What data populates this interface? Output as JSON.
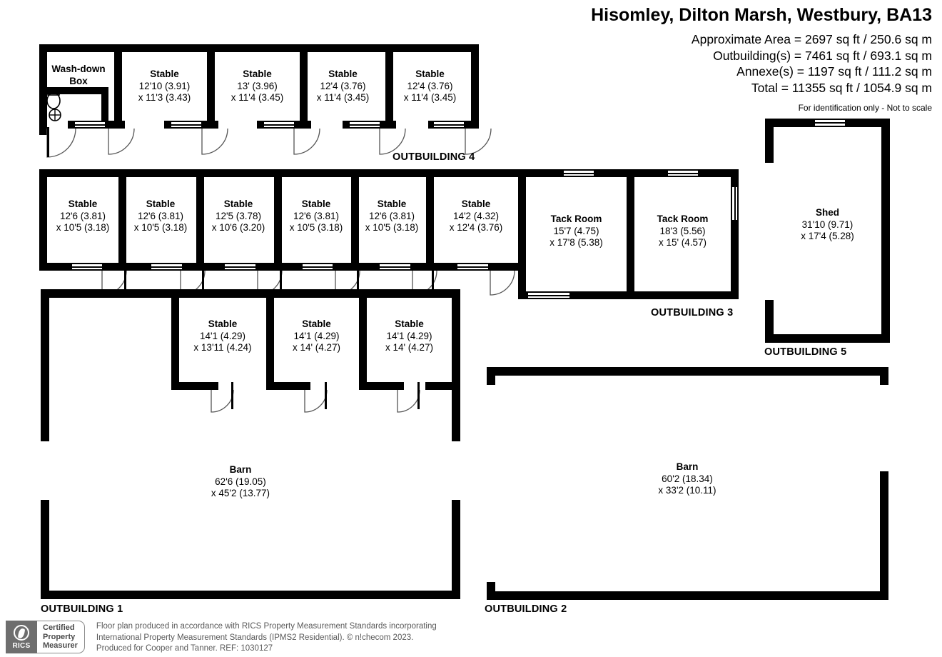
{
  "header": {
    "title": "Hisomley, Dilton Marsh, Westbury, BA13",
    "approx_area": "Approximate Area = 2697 sq ft / 250.6 sq m",
    "outbuildings": "Outbuilding(s) = 7461 sq ft / 693.1 sq m",
    "annexes": "Annexe(s) = 1197 sq ft / 111.2 sq m",
    "total": "Total = 11355 sq ft / 1054.9 sq m",
    "disclaimer": "For identification only - Not to scale"
  },
  "building_labels": {
    "ob1": "OUTBUILDING 1",
    "ob2": "OUTBUILDING 2",
    "ob3": "OUTBUILDING 3",
    "ob4": "OUTBUILDING 4",
    "ob5": "OUTBUILDING 5"
  },
  "rooms": {
    "ob4": [
      {
        "name": "Wash-down",
        "name2": "Box",
        "d1": "",
        "d2": ""
      },
      {
        "name": "Stable",
        "d1": "12'10 (3.91)",
        "d2": "x 11'3 (3.43)"
      },
      {
        "name": "Stable",
        "d1": "13' (3.96)",
        "d2": "x 11'4 (3.45)"
      },
      {
        "name": "Stable",
        "d1": "12'4 (3.76)",
        "d2": "x 11'4 (3.45)"
      },
      {
        "name": "Stable",
        "d1": "12'4 (3.76)",
        "d2": "x 11'4 (3.45)"
      }
    ],
    "ob3": [
      {
        "name": "Stable",
        "d1": "12'6 (3.81)",
        "d2": "x 10'5 (3.18)"
      },
      {
        "name": "Stable",
        "d1": "12'6 (3.81)",
        "d2": "x 10'5 (3.18)"
      },
      {
        "name": "Stable",
        "d1": "12'5 (3.78)",
        "d2": "x 10'6 (3.20)"
      },
      {
        "name": "Stable",
        "d1": "12'6 (3.81)",
        "d2": "x 10'5 (3.18)"
      },
      {
        "name": "Stable",
        "d1": "12'6 (3.81)",
        "d2": "x 10'5 (3.18)"
      },
      {
        "name": "Stable",
        "d1": "14'2 (4.32)",
        "d2": "x 12'4 (3.76)"
      },
      {
        "name": "Tack Room",
        "d1": "15'7 (4.75)",
        "d2": "x 17'8 (5.38)"
      },
      {
        "name": "Tack Room",
        "d1": "18'3 (5.56)",
        "d2": "x 15' (4.57)"
      }
    ],
    "ob5": [
      {
        "name": "Shed",
        "d1": "31'10 (9.71)",
        "d2": "x 17'4 (5.28)"
      }
    ],
    "ob1": [
      {
        "name": "Stable",
        "d1": "14'1 (4.29)",
        "d2": "x 13'11 (4.24)"
      },
      {
        "name": "Stable",
        "d1": "14'1 (4.29)",
        "d2": "x 14' (4.27)"
      },
      {
        "name": "Stable",
        "d1": "14'1 (4.29)",
        "d2": "x 14' (4.27)"
      },
      {
        "name": "Barn",
        "d1": "62'6 (19.05)",
        "d2": "x 45'2 (13.77)"
      }
    ],
    "ob2": [
      {
        "name": "Barn",
        "d1": "60'2 (18.34)",
        "d2": "x 33'2 (10.11)"
      }
    ]
  },
  "footer": {
    "rics_word": "RICS",
    "cert_line1": "Certified",
    "cert_line2": "Property",
    "cert_line3": "Measurer",
    "text1": "Floor plan produced in accordance with RICS Property Measurement Standards incorporating",
    "text2": "International Property Measurement Standards (IPMS2 Residential).   © n!checom 2023.",
    "text3": "Produced for Cooper and Tanner.   REF: 1030127"
  },
  "colors": {
    "wall": "#000000",
    "background": "#ffffff",
    "footer_text": "#5a5a5a",
    "rics_gray": "#6e6e6e"
  }
}
